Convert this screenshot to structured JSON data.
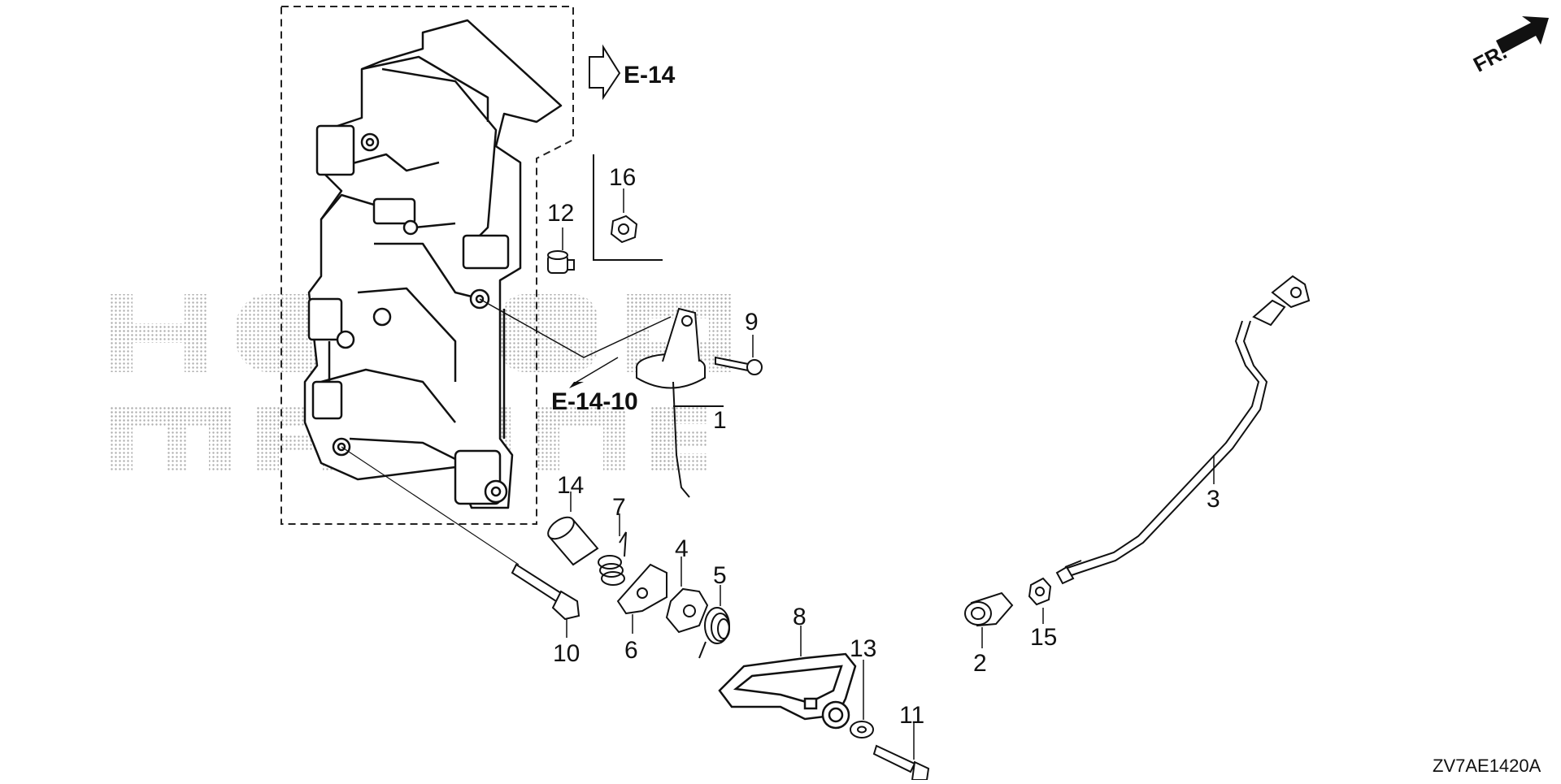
{
  "diagram": {
    "diagram_code": "ZV7AE1420A",
    "direction_indicator": "FR.",
    "watermark": [
      "HONDA",
      "MARINE"
    ],
    "references": [
      {
        "id": "ref-e14",
        "label": "E-14"
      },
      {
        "id": "ref-e1410",
        "label": "E-14-10"
      }
    ],
    "callouts": [
      {
        "id": "1",
        "label": "1"
      },
      {
        "id": "2",
        "label": "2"
      },
      {
        "id": "3",
        "label": "3"
      },
      {
        "id": "4",
        "label": "4"
      },
      {
        "id": "5",
        "label": "5"
      },
      {
        "id": "6",
        "label": "6"
      },
      {
        "id": "7",
        "label": "7"
      },
      {
        "id": "8",
        "label": "8"
      },
      {
        "id": "9",
        "label": "9"
      },
      {
        "id": "10",
        "label": "10"
      },
      {
        "id": "11",
        "label": "11"
      },
      {
        "id": "12",
        "label": "12"
      },
      {
        "id": "13",
        "label": "13"
      },
      {
        "id": "14",
        "label": "14"
      },
      {
        "id": "15",
        "label": "15"
      },
      {
        "id": "16",
        "label": "16"
      }
    ]
  }
}
